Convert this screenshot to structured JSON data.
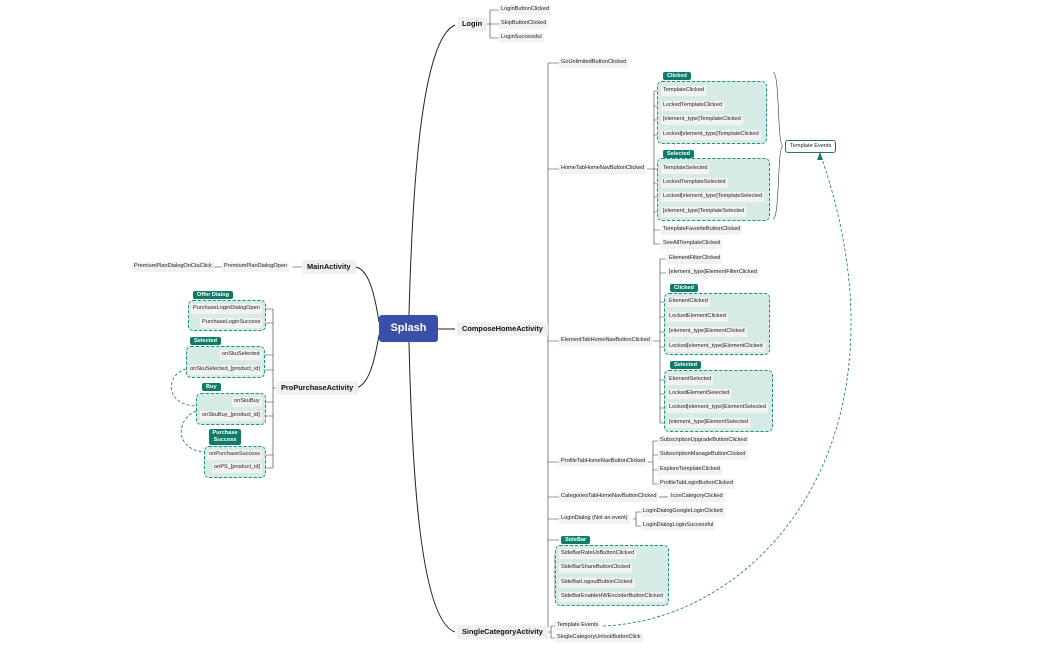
{
  "root": {
    "label": "Splash"
  },
  "login": {
    "label": "Login",
    "events": [
      "LoginButtonClicked",
      "SkipButtonClicked",
      "LoginSuccessful"
    ]
  },
  "compose": {
    "label": "ComposeHomeActivity",
    "go_unlimited": "GoUnlimitedButtonClicked",
    "home_tab": {
      "label": "HomeTabHomeNavButtonClicked",
      "clicked_tag": "Clicked",
      "clicked": [
        "TemplateClicked",
        "LockedTemplateClicked",
        "[element_type]TemplateClicked",
        "Locked[element_type]TemplateClicked"
      ],
      "selected_tag": "Selected",
      "selected": [
        "TemplateSelected",
        "LockedTemplateSelected",
        "Locked[element_type]TemplateSelected",
        "[element_type]TemplateSelected"
      ],
      "favorite": "TemplateFavoriteButtonClicked",
      "see_all": "SeeAllTemplateClicked"
    },
    "template_events_callout": "Template Events",
    "element_tab": {
      "label": "ElementTabHomeNavButtonClicked",
      "filter": [
        "ElementFilterClicked",
        "[element_type]ElementFilterClicked"
      ],
      "clicked_tag": "Clicked",
      "clicked": [
        "ElementClicked",
        "LockedElementClicked",
        "[element_type]ElementClicked",
        "Locked[element_type]ElementClicked"
      ],
      "selected_tag": "Selected",
      "selected": [
        "ElementSelected",
        "LockedElementSelected",
        "Locked[element_type]ElementSelected",
        "[element_type]ElementSelected"
      ]
    },
    "profile_tab": {
      "label": "ProfileTabHomeNavButtonClicked",
      "events": [
        "SubscriptionUpgradeButtonClicked",
        "SubscriptionManageButtonClicked",
        "ExploreTemplateClicked",
        "ProfileTabLoginButtonClicked"
      ]
    },
    "categories_tab": {
      "label": "CategoriesTabHomeNavButtonClicked",
      "events": [
        "IconCategoryClicked"
      ]
    },
    "login_dialog": {
      "label": "LoginDialog (Not an event)",
      "events": [
        "LoginDialogGoogleLoginClicked",
        "LoginDialogLoginSuccessful"
      ]
    },
    "sidebar": {
      "tag": "SideBar",
      "events": [
        "SideBarRateUsButtonClicked",
        "SideBarShareButtonClicked",
        "SideBarLogoutButtonClicked",
        "SideBarEnableHWEncoderButtonClicked"
      ]
    }
  },
  "single_category": {
    "label": "SingleCategoryActivity",
    "events": [
      "Template Events",
      "SingleCategoryUnlockButtonClick"
    ]
  },
  "main_activity": {
    "label": "MainActivity",
    "open": "PremiumPlanDialogOpen",
    "cta": "PremiumPlanDialogOnCtaClick"
  },
  "pro_purchase": {
    "label": "ProPurchaseActivity",
    "offer_tag": "Offer Dialog",
    "offer": [
      "PurchaseLoginDialogOpen",
      "PurchaseLoginSuccess"
    ],
    "selected_tag": "Selected",
    "selected": [
      "onSkuSelected",
      "onSkuSelected_[product_id]"
    ],
    "buy_tag": "Buy",
    "buy": [
      "onSkuBuy",
      "onSkuBuy_[product_id]"
    ],
    "success_tag": "Purchase Success",
    "success": [
      "onPurchaseSuccess",
      "onPS_[product_id]"
    ]
  },
  "colors": {
    "root": "#3a50a8",
    "accent": "#0f7c69",
    "group_fill": "#d6ebe6",
    "line": "#222222"
  }
}
